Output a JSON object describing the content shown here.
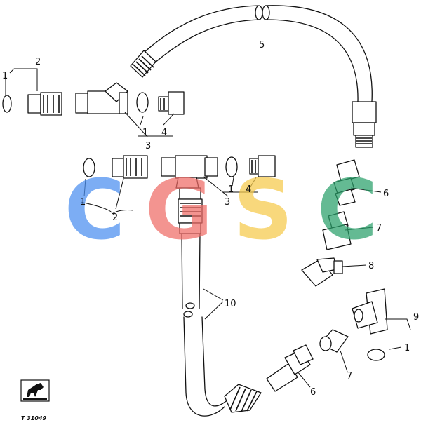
{
  "callouts": {
    "top_left_1": "1",
    "top_left_2": "2",
    "top_mid_1": "1",
    "top_mid_4": "4",
    "top_mid_3": "3",
    "hose_top_5": "5",
    "mid_left_1": "1",
    "mid_left_2": "2",
    "mid_center_1": "1",
    "mid_center_4": "4",
    "mid_center_3": "3",
    "right_6": "6",
    "right_7": "7",
    "right_8": "8",
    "right_9": "9",
    "right_1": "1",
    "hose_bottom_10": "10",
    "bottom_7": "7",
    "bottom_6": "6"
  },
  "watermark": {
    "letters": [
      "C",
      "G",
      "S",
      "C"
    ],
    "colors": [
      "#4a8ff0",
      "#ef6b67",
      "#f6c94a",
      "#2aa06a"
    ]
  },
  "figure_id": "T 31049"
}
